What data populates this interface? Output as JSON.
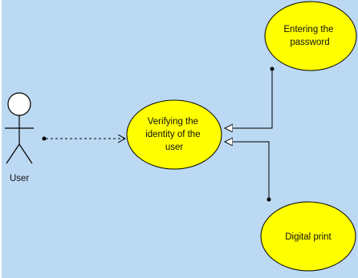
{
  "diagram": {
    "actor": {
      "label": "User"
    },
    "use_cases": {
      "verify": {
        "lines": [
          "Verifying the",
          "identity of the",
          "user"
        ]
      },
      "password": {
        "lines": [
          "Entering the",
          "password"
        ]
      },
      "digital_print": {
        "lines": [
          "Digital print"
        ]
      }
    },
    "colors": {
      "background": "#bcd9f3",
      "use_case_fill": "#ffff00",
      "stroke": "#000000"
    }
  }
}
